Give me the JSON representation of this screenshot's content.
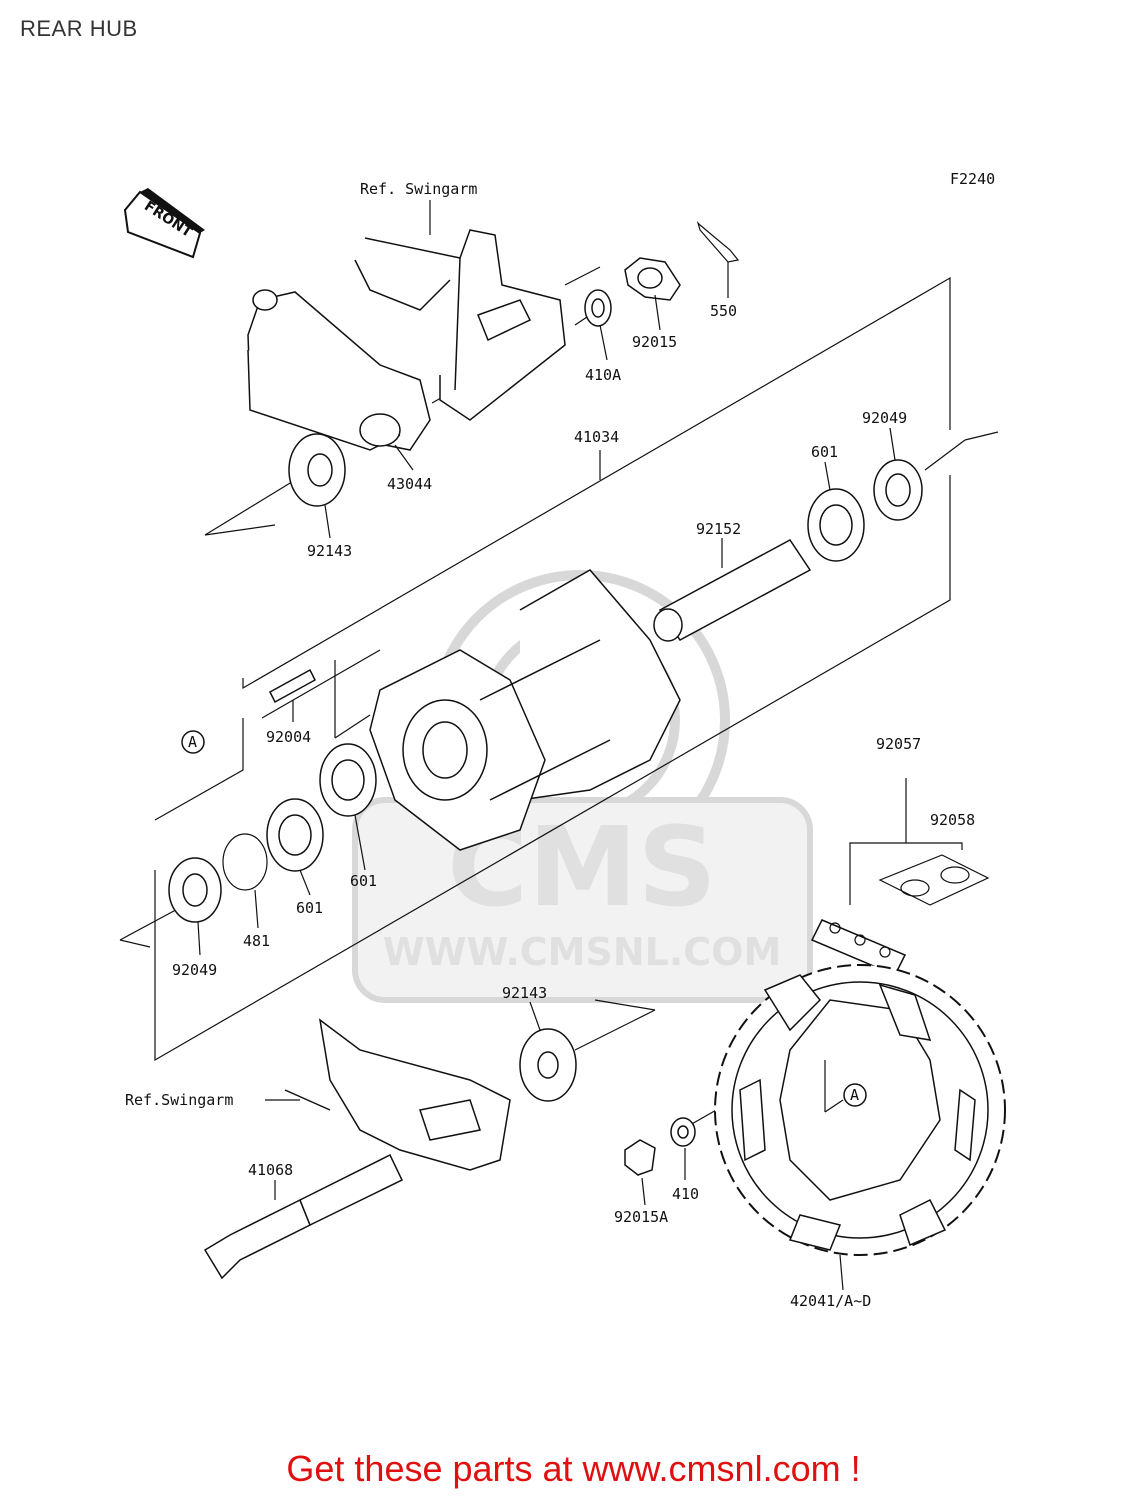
{
  "page": {
    "title": "REAR HUB",
    "footer": "Get these parts at www.cmsnl.com !"
  },
  "diagram": {
    "code": "F2240",
    "front_label": "FRONT",
    "watermark": {
      "brand": "CMS",
      "url": "WWW.CMSNL.COM"
    },
    "refs": {
      "swingarm_top": "Ref. Swingarm",
      "swingarm_bottom": "Ref.Swingarm"
    },
    "callouts": {
      "a_hub": "A",
      "a_sprocket": "A"
    },
    "parts": [
      "550",
      "92015",
      "410A",
      "43044",
      "92143",
      "41034",
      "92049",
      "601",
      "92152",
      "92004",
      "601",
      "601",
      "481",
      "92049",
      "92057",
      "92058",
      "92143",
      "41068",
      "410",
      "92015A",
      "42041/A~D"
    ]
  }
}
